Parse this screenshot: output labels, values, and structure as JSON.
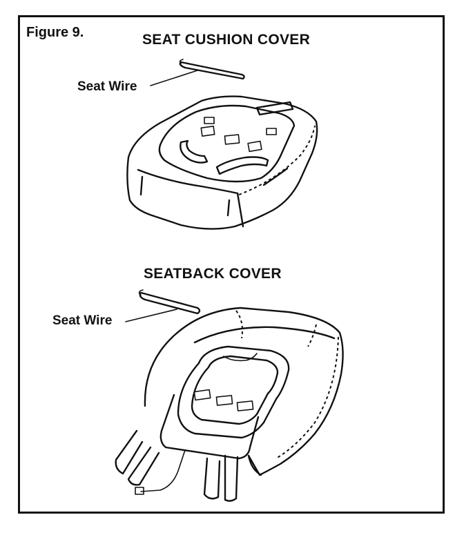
{
  "figure_label": "Figure 9.",
  "seat_cushion": {
    "title": "SEAT CUSHION COVER",
    "wire_label": "Seat Wire"
  },
  "seatback": {
    "title": "SEATBACK COVER",
    "wire_label": "Seat Wire"
  }
}
